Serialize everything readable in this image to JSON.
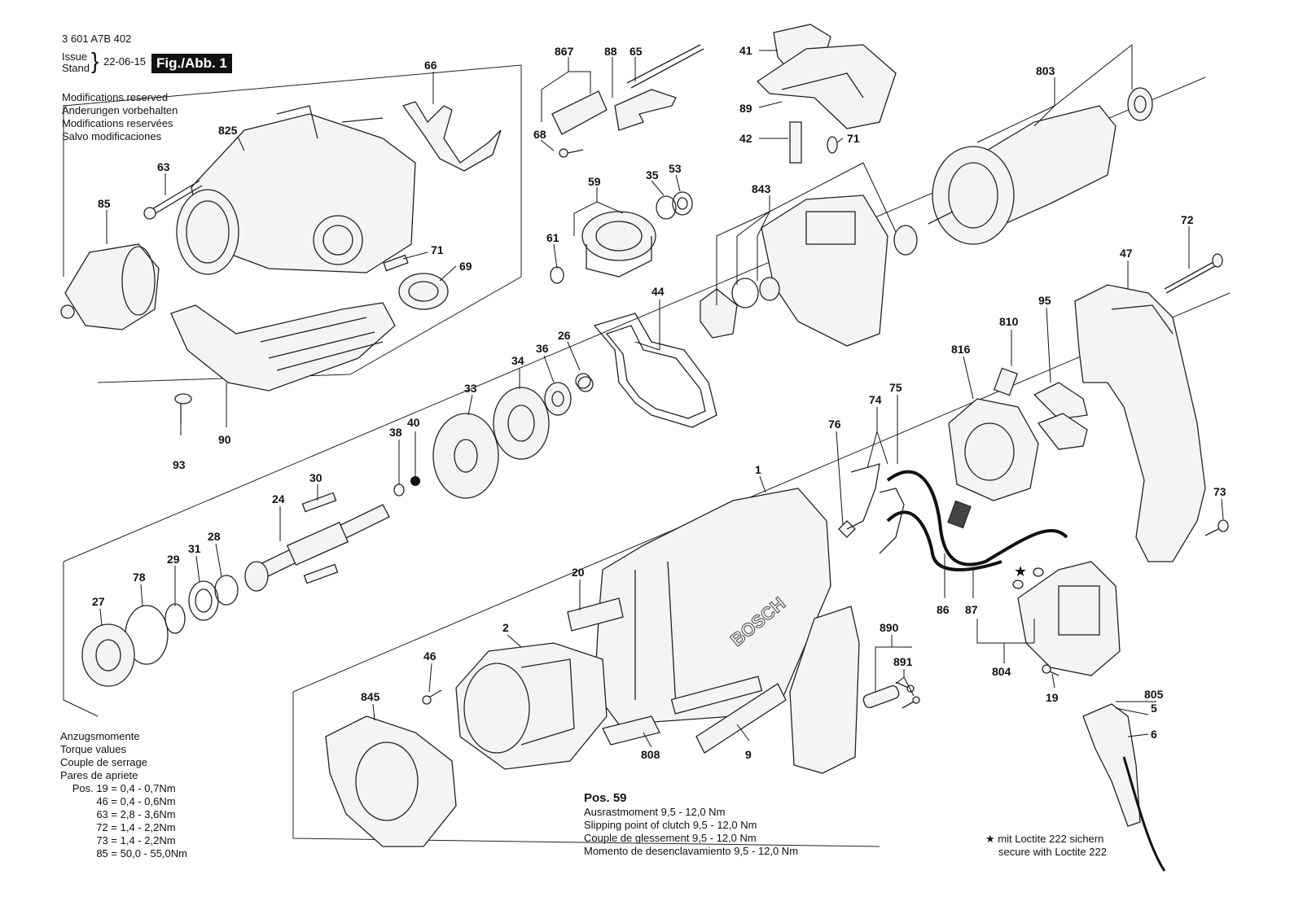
{
  "header": {
    "doc_number": "3 601 A7B 402",
    "issue_label": "Issue",
    "stand_label": "Stand",
    "date": "22-06-15",
    "figure_label": "Fig./Abb. 1"
  },
  "notes": [
    "Modifications reserved",
    "Änderungen vorbehalten",
    "Modifications reservées",
    "Salvo modificaciones"
  ],
  "torque": {
    "heading": [
      "Anzugsmomente",
      "Torque values",
      "Couple de serrage",
      "Pares de apriete"
    ],
    "rows": [
      {
        "pos": "Pos. 19 =",
        "value": "0,4 -  0,7Nm"
      },
      {
        "pos": "46 =",
        "value": "0,4 - 0,6Nm"
      },
      {
        "pos": "63 =",
        "value": "2,8 -  3,6Nm"
      },
      {
        "pos": "72 =",
        "value": "1,4 -  2,2Nm"
      },
      {
        "pos": "73 =",
        "value": "1,4 -  2,2Nm"
      },
      {
        "pos": "85 =",
        "value": "50,0 - 55,0Nm"
      }
    ]
  },
  "pos59": {
    "title": "Pos. 59",
    "lines": [
      "Ausrastmoment  9,5 - 12,0 Nm",
      "Slipping point of clutch  9,5 - 12,0 Nm",
      "Couple de glessement  9,5 - 12,0 Nm",
      "Momento de desenclavamiento  9,5 - 12,0 Nm"
    ]
  },
  "loctite": {
    "star": "★",
    "line1": "mit Loctite 222 sichern",
    "line2": "secure with Loctite 222"
  },
  "brand_mark": "BOSCH",
  "callouts": [
    {
      "id": "66",
      "label": "66"
    },
    {
      "id": "825",
      "label": "825"
    },
    {
      "id": "63",
      "label": "63"
    },
    {
      "id": "85",
      "label": "85"
    },
    {
      "id": "71a",
      "label": "71"
    },
    {
      "id": "69",
      "label": "69"
    },
    {
      "id": "93",
      "label": "93"
    },
    {
      "id": "90",
      "label": "90"
    },
    {
      "id": "867",
      "label": "867"
    },
    {
      "id": "88",
      "label": "88"
    },
    {
      "id": "65",
      "label": "65"
    },
    {
      "id": "68",
      "label": "68"
    },
    {
      "id": "59",
      "label": "59"
    },
    {
      "id": "35",
      "label": "35"
    },
    {
      "id": "53",
      "label": "53"
    },
    {
      "id": "61",
      "label": "61"
    },
    {
      "id": "41",
      "label": "41"
    },
    {
      "id": "89",
      "label": "89"
    },
    {
      "id": "42",
      "label": "42"
    },
    {
      "id": "71b",
      "label": "71"
    },
    {
      "id": "843",
      "label": "843"
    },
    {
      "id": "803",
      "label": "803"
    },
    {
      "id": "44",
      "label": "44"
    },
    {
      "id": "26",
      "label": "26"
    },
    {
      "id": "36",
      "label": "36"
    },
    {
      "id": "34",
      "label": "34"
    },
    {
      "id": "33",
      "label": "33"
    },
    {
      "id": "38",
      "label": "38"
    },
    {
      "id": "40",
      "label": "40"
    },
    {
      "id": "30",
      "label": "30"
    },
    {
      "id": "24",
      "label": "24"
    },
    {
      "id": "29",
      "label": "29"
    },
    {
      "id": "31",
      "label": "31"
    },
    {
      "id": "28",
      "label": "28"
    },
    {
      "id": "78",
      "label": "78"
    },
    {
      "id": "27",
      "label": "27"
    },
    {
      "id": "72",
      "label": "72"
    },
    {
      "id": "47",
      "label": "47"
    },
    {
      "id": "810",
      "label": "810"
    },
    {
      "id": "816",
      "label": "816"
    },
    {
      "id": "95",
      "label": "95"
    },
    {
      "id": "74",
      "label": "74"
    },
    {
      "id": "75",
      "label": "75"
    },
    {
      "id": "76",
      "label": "76"
    },
    {
      "id": "1",
      "label": "1"
    },
    {
      "id": "73",
      "label": "73"
    },
    {
      "id": "20",
      "label": "20"
    },
    {
      "id": "86",
      "label": "86"
    },
    {
      "id": "87",
      "label": "87"
    },
    {
      "id": "2",
      "label": "2"
    },
    {
      "id": "46",
      "label": "46"
    },
    {
      "id": "890",
      "label": "890"
    },
    {
      "id": "891",
      "label": "891"
    },
    {
      "id": "804",
      "label": "804"
    },
    {
      "id": "805",
      "label": "805"
    },
    {
      "id": "5",
      "label": "5"
    },
    {
      "id": "19",
      "label": "19"
    },
    {
      "id": "6",
      "label": "6"
    },
    {
      "id": "845",
      "label": "845"
    },
    {
      "id": "808",
      "label": "808"
    },
    {
      "id": "9",
      "label": "9"
    }
  ]
}
